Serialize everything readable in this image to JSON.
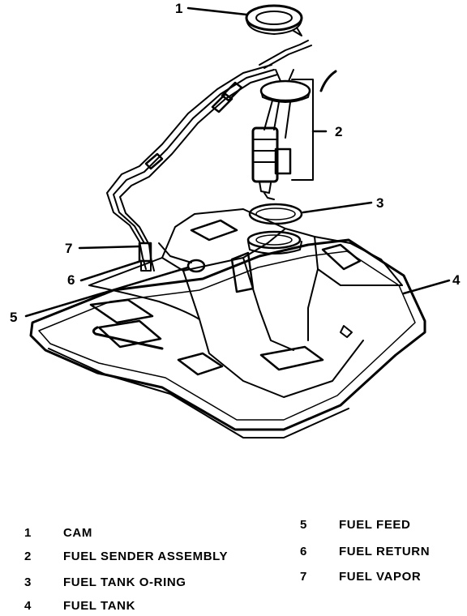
{
  "callouts": [
    "1",
    "2",
    "3",
    "4",
    "5",
    "6",
    "7"
  ],
  "legend": [
    {
      "number": "1",
      "label": "CAM"
    },
    {
      "number": "2",
      "label": "FUEL SENDER ASSEMBLY"
    },
    {
      "number": "3",
      "label": "FUEL TANK O-RING"
    },
    {
      "number": "4",
      "label": "FUEL TANK"
    },
    {
      "number": "5",
      "label": "FUEL FEED"
    },
    {
      "number": "6",
      "label": "FUEL RETURN"
    },
    {
      "number": "7",
      "label": "FUEL VAPOR"
    }
  ]
}
